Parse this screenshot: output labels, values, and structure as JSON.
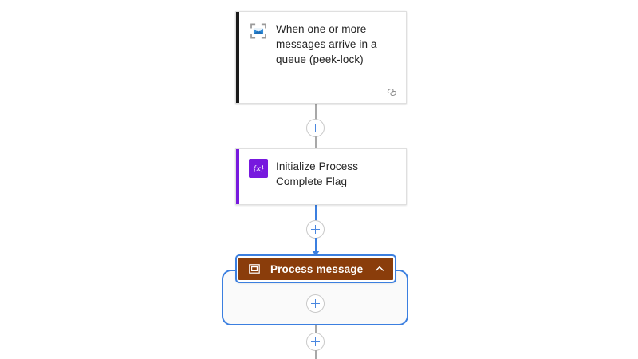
{
  "canvas": {
    "background_color": "#ffffff",
    "app": "logic-app-designer"
  },
  "colors": {
    "connector_gray": "#a8a8a8",
    "connector_blue": "#3b7fe0",
    "plus_blue": "#4a87df",
    "trigger_accent": "#1a1a1a",
    "variables_purple": "#7719de",
    "scope_brown": "#8a3d0b",
    "selection_blue": "#3b7fe0",
    "card_border": "#dfdfdf",
    "text_primary": "#242424"
  },
  "nodes": {
    "trigger": {
      "title": "When one or more messages arrive in a queue (peek-lock)",
      "icon": "service-bus-queue-icon",
      "accent_color": "#1a1a1a",
      "footer_icon": "connection-link-icon",
      "selected": false
    },
    "initialize_variable": {
      "title": "Initialize Process Complete Flag",
      "icon": "variables-icon",
      "icon_glyph": "{x}",
      "accent_color": "#7719de",
      "selected": false
    },
    "scope": {
      "title": "Process message",
      "icon": "scope-icon",
      "collapse_icon": "chevron-up-icon",
      "header_color": "#8a3d0b",
      "selected": true,
      "expanded": true
    }
  },
  "add_buttons": [
    {
      "name": "add-step-after-trigger",
      "label": "+"
    },
    {
      "name": "add-step-after-initialize-variable",
      "label": "+"
    },
    {
      "name": "add-step-inside-scope",
      "label": "+"
    },
    {
      "name": "add-step-after-scope",
      "label": "+"
    }
  ]
}
